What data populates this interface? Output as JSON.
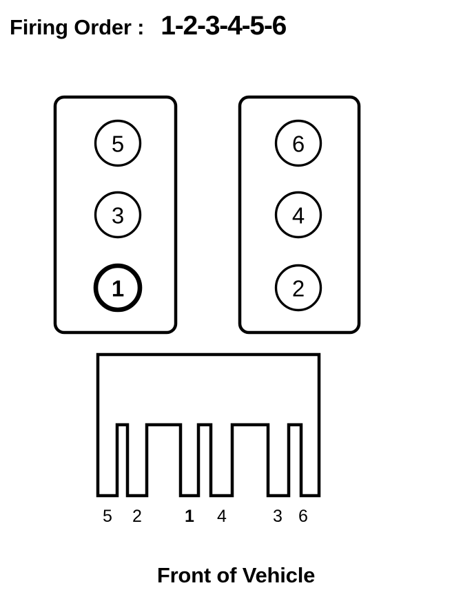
{
  "header": {
    "label": "Firing Order :",
    "firing_order": "1-2-3-4-5-6"
  },
  "footer": {
    "caption": "Front of Vehicle"
  },
  "engine": {
    "cylinder_count": 6,
    "layout": "V6",
    "banks": [
      {
        "name": "left-bank",
        "cylinders": [
          {
            "number": "5",
            "highlighted": false
          },
          {
            "number": "3",
            "highlighted": false
          },
          {
            "number": "1",
            "highlighted": true
          }
        ]
      },
      {
        "name": "right-bank",
        "cylinders": [
          {
            "number": "6",
            "highlighted": false
          },
          {
            "number": "4",
            "highlighted": false
          },
          {
            "number": "2",
            "highlighted": false
          }
        ]
      }
    ]
  },
  "coil_pack": {
    "name": "coil-pack",
    "terminals": [
      {
        "number": "5",
        "highlighted": false
      },
      {
        "number": "2",
        "highlighted": false
      },
      {
        "number": "1",
        "highlighted": true
      },
      {
        "number": "4",
        "highlighted": false
      },
      {
        "number": "3",
        "highlighted": false
      },
      {
        "number": "6",
        "highlighted": false
      }
    ]
  },
  "colors": {
    "stroke": "#000000",
    "fill": "#ffffff",
    "background": "#ffffff"
  },
  "chart_data": {
    "type": "diagram",
    "title": "Firing Order : 1-2-3-4-5-6",
    "subtitle": "Front of Vehicle",
    "description": "V6 engine cylinder bank layout with coil pack terminal positions",
    "banks": {
      "left": [
        "5",
        "3",
        "1"
      ],
      "right": [
        "6",
        "4",
        "2"
      ]
    },
    "coil_terminals": [
      "5",
      "2",
      "1",
      "4",
      "3",
      "6"
    ],
    "firing_sequence": [
      "1",
      "2",
      "3",
      "4",
      "5",
      "6"
    ],
    "highlighted_cylinder": "1"
  }
}
